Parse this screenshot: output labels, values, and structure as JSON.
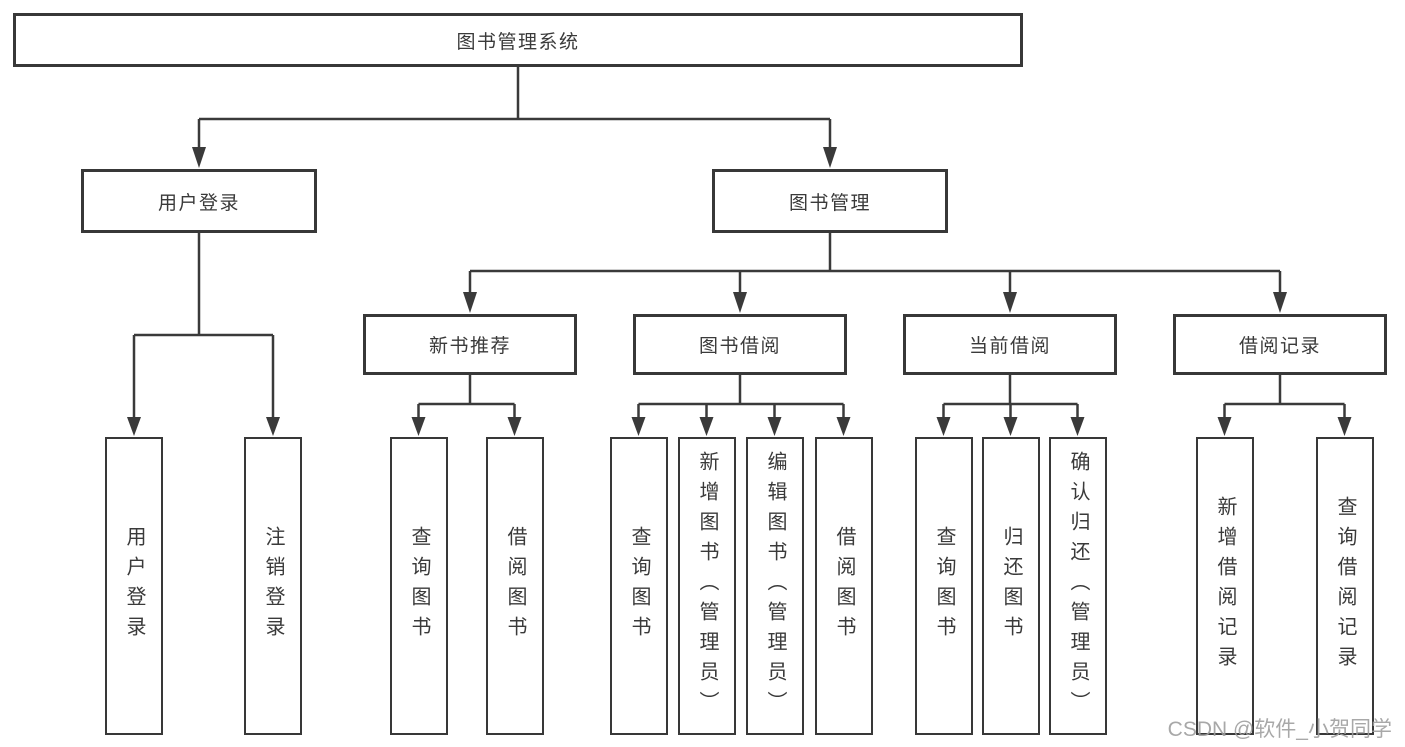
{
  "tree": {
    "label": "图书管理系统",
    "children": [
      {
        "label": "用户登录",
        "children": [
          {
            "label": "用户登录"
          },
          {
            "label": "注销登录"
          }
        ]
      },
      {
        "label": "图书管理",
        "children": [
          {
            "label": "新书推荐",
            "children": [
              {
                "label": "查询图书"
              },
              {
                "label": "借阅图书"
              }
            ]
          },
          {
            "label": "图书借阅",
            "children": [
              {
                "label": "查询图书"
              },
              {
                "label": "新增图书（管理员）"
              },
              {
                "label": "编辑图书（管理员）"
              },
              {
                "label": "借阅图书"
              }
            ]
          },
          {
            "label": "当前借阅",
            "children": [
              {
                "label": "查询图书"
              },
              {
                "label": "归还图书"
              },
              {
                "label": "确认归还（管理员）"
              }
            ]
          },
          {
            "label": "借阅记录",
            "children": [
              {
                "label": "新增借阅记录"
              },
              {
                "label": "查询借阅记录"
              }
            ]
          }
        ]
      }
    ]
  },
  "watermark": {
    "text": "CSDN @软件_小贺同学"
  },
  "colors": {
    "line": "#3a3a3a",
    "border": "#383838",
    "text": "#3a3a3a",
    "background": "#ffffff",
    "watermark": "#9f9f9f"
  }
}
